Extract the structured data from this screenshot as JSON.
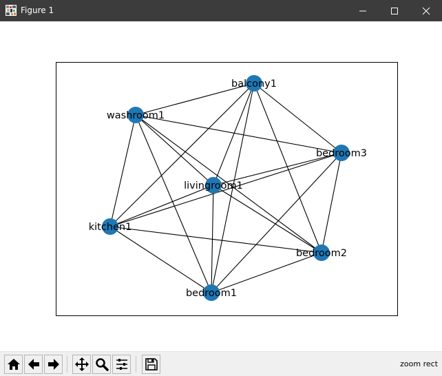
{
  "window": {
    "title": "Figure 1",
    "app_icon": "matplotlib-figure-icon",
    "controls": [
      "minimize-icon",
      "maximize-icon",
      "close-icon"
    ]
  },
  "graph": {
    "nodes": [
      {
        "id": "balcony1",
        "label": "balcony1"
      },
      {
        "id": "washroom1",
        "label": "washroom1"
      },
      {
        "id": "bedroom3",
        "label": "bedroom3"
      },
      {
        "id": "livingroom1",
        "label": "livingroom1"
      },
      {
        "id": "kitchen1",
        "label": "kitchen1"
      },
      {
        "id": "bedroom2",
        "label": "bedroom2"
      },
      {
        "id": "bedroom1",
        "label": "bedroom1"
      }
    ],
    "edges": [
      [
        "balcony1",
        "washroom1"
      ],
      [
        "balcony1",
        "bedroom3"
      ],
      [
        "balcony1",
        "livingroom1"
      ],
      [
        "balcony1",
        "kitchen1"
      ],
      [
        "balcony1",
        "bedroom2"
      ],
      [
        "balcony1",
        "bedroom1"
      ],
      [
        "washroom1",
        "bedroom3"
      ],
      [
        "washroom1",
        "livingroom1"
      ],
      [
        "washroom1",
        "kitchen1"
      ],
      [
        "washroom1",
        "bedroom2"
      ],
      [
        "washroom1",
        "bedroom1"
      ],
      [
        "bedroom3",
        "livingroom1"
      ],
      [
        "bedroom3",
        "kitchen1"
      ],
      [
        "bedroom3",
        "bedroom2"
      ],
      [
        "bedroom3",
        "bedroom1"
      ],
      [
        "livingroom1",
        "kitchen1"
      ],
      [
        "livingroom1",
        "bedroom2"
      ],
      [
        "livingroom1",
        "bedroom1"
      ],
      [
        "kitchen1",
        "bedroom2"
      ],
      [
        "kitchen1",
        "bedroom1"
      ],
      [
        "bedroom2",
        "bedroom1"
      ]
    ],
    "node_color": "#1f77b4",
    "edge_color": "#000000"
  },
  "toolbar": {
    "tools": [
      {
        "name": "home-icon",
        "label": "Home"
      },
      {
        "name": "back-arrow-icon",
        "label": "Back"
      },
      {
        "name": "forward-arrow-icon",
        "label": "Forward"
      },
      {
        "name": "pan-icon",
        "label": "Pan"
      },
      {
        "name": "zoom-icon",
        "label": "Zoom"
      },
      {
        "name": "configure-subplots-icon",
        "label": "Configure subplots"
      },
      {
        "name": "save-icon",
        "label": "Save"
      }
    ],
    "status": "zoom rect"
  }
}
